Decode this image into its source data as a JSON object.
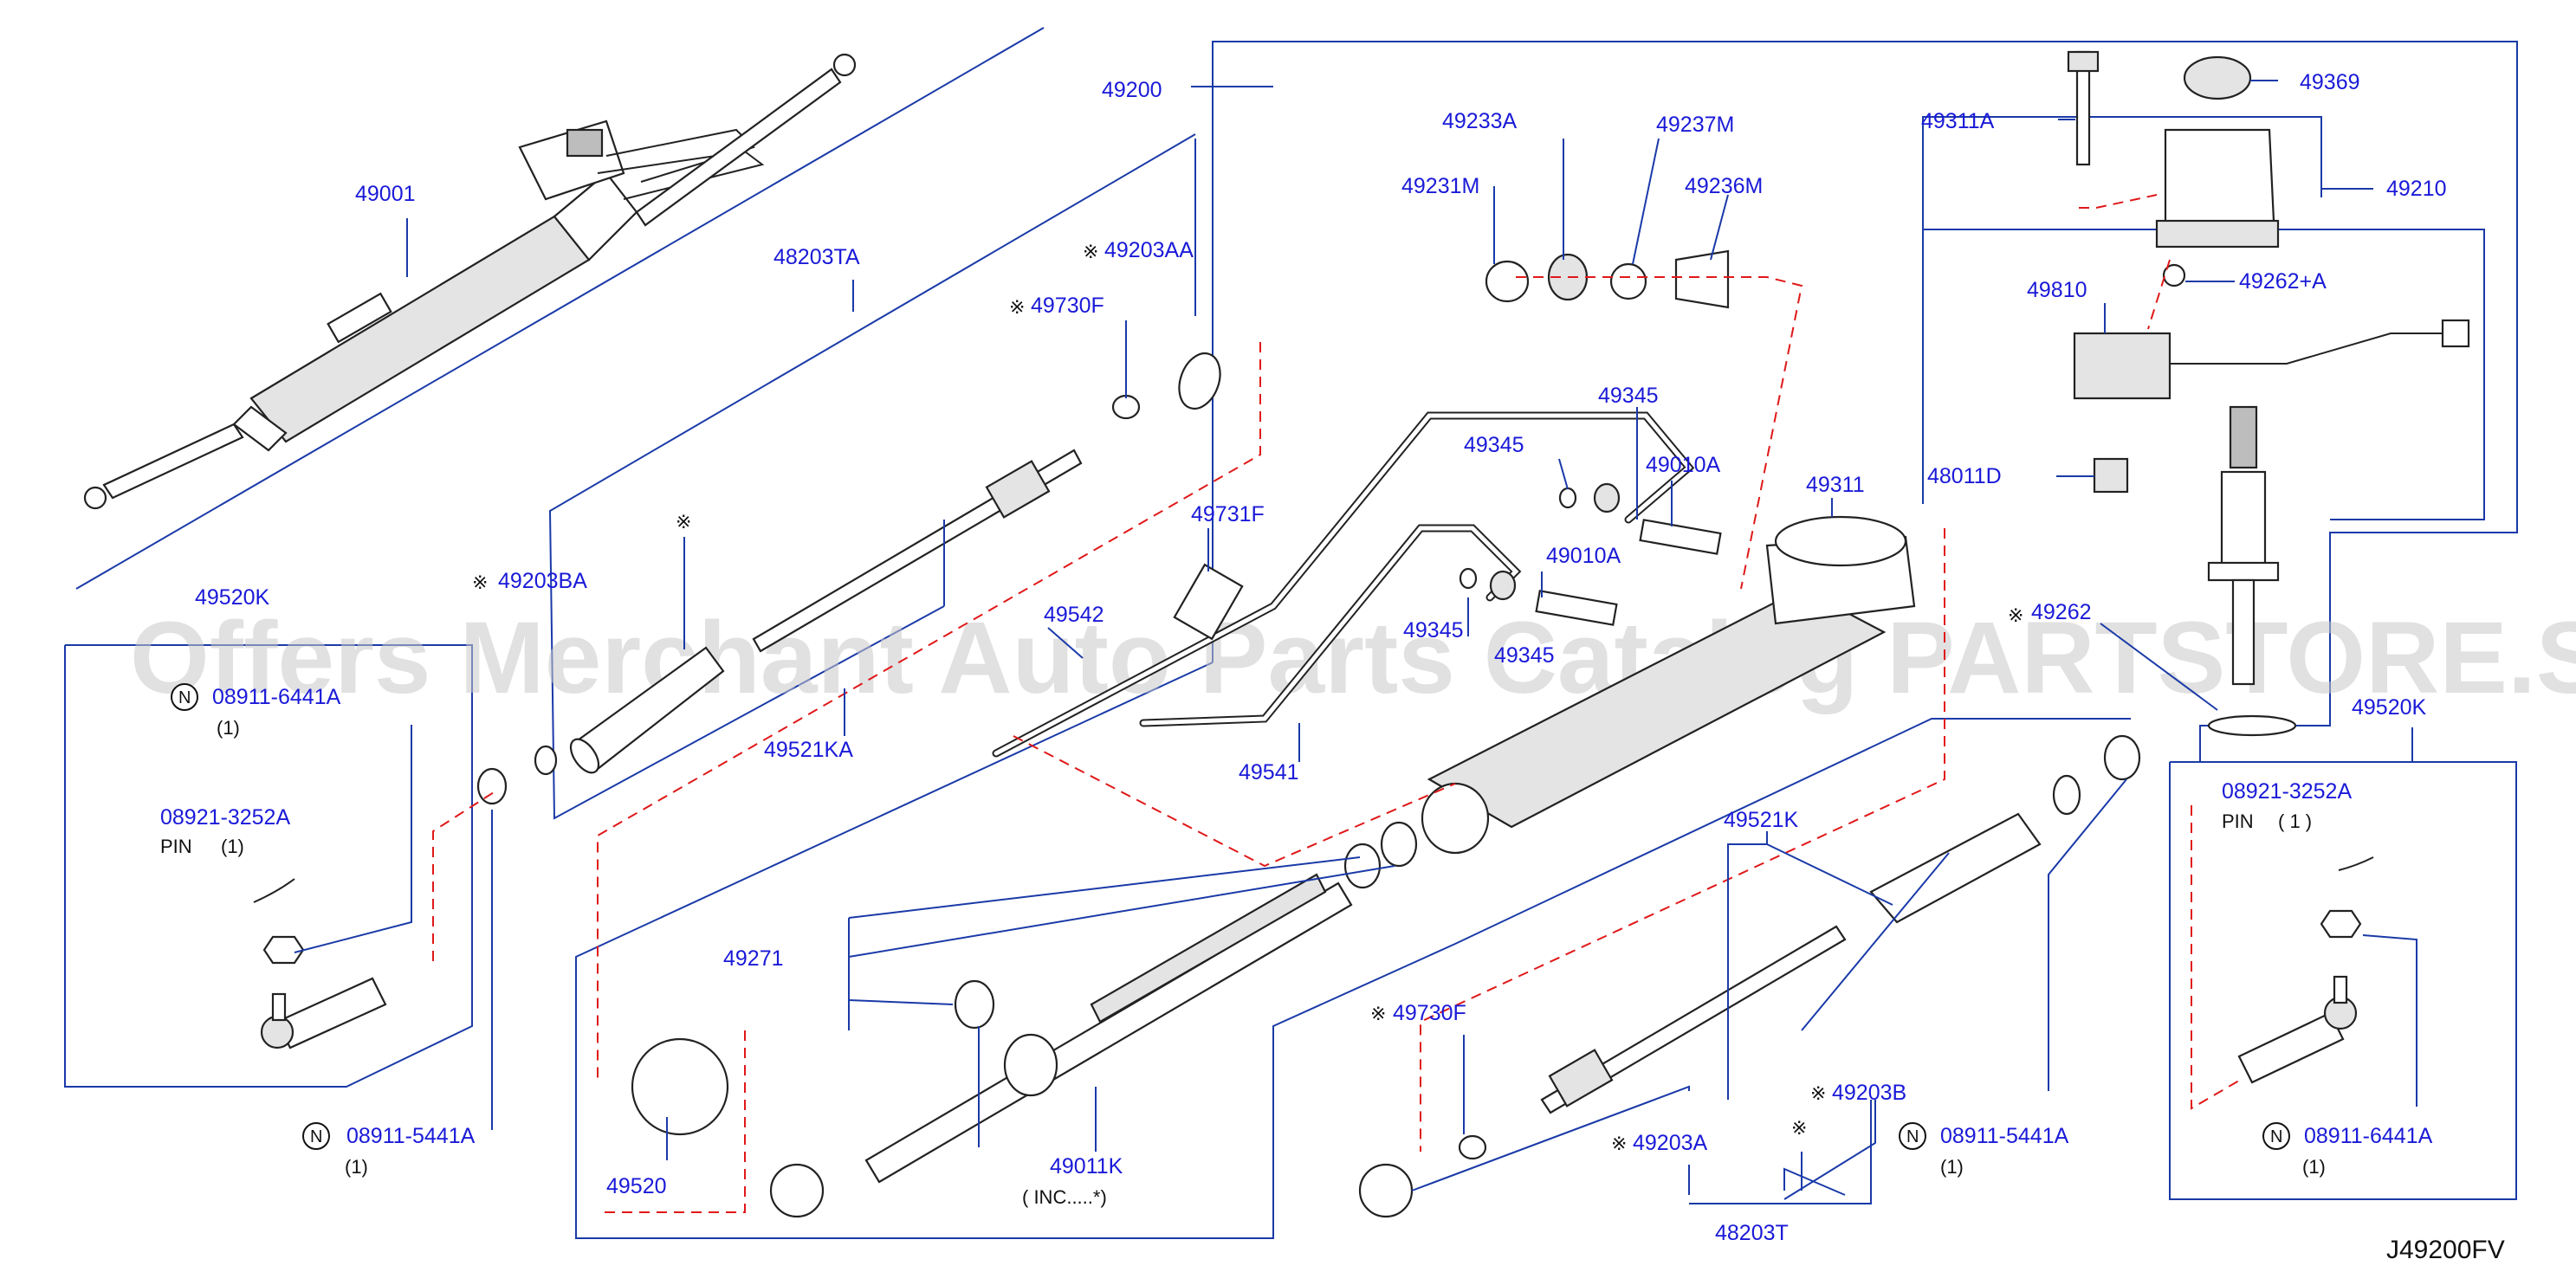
{
  "diagram": {
    "code": "J49200FV",
    "watermark": "Offers Merchant Auto Parts Catalog PARTSTORE.SA",
    "note_mark": "※",
    "n_symbol": "N",
    "labels": {
      "p49001": "49001",
      "p49200": "49200",
      "p48203TA": "48203TA",
      "p49203AA": "49203AA",
      "p49730F_a": "49730F",
      "p49203BA": "49203BA",
      "p49520K_l": "49520K",
      "p08911_6441A_l": "08911-6441A",
      "qty_l1": "(1)",
      "p08921_3252A_l": "08921-3252A",
      "pin_l": "PIN",
      "qty_l2": "(1)",
      "p49521KA": "49521KA",
      "p08911_5441A_l": "08911-5441A",
      "qty_l3": "(1)",
      "p49233A": "49233A",
      "p49237M": "49237M",
      "p49231M": "49231M",
      "p49236M": "49236M",
      "p49345_a": "49345",
      "p49345_b": "49345",
      "p49010A_a": "49010A",
      "p49010A_b": "49010A",
      "p49731F": "49731F",
      "p49542": "49542",
      "p49345_c": "49345",
      "p49345_d": "49345",
      "p49541": "49541",
      "p49311": "49311",
      "p49311A": "49311A",
      "p49369": "49369",
      "p49210": "49210",
      "p49810": "49810",
      "p49262A": "49262+A",
      "p48011D": "48011D",
      "p49262": "49262",
      "p49520K_r": "49520K",
      "p08921_3252A_r": "08921-3252A",
      "pin_r": "PIN",
      "qty_r1": "( 1 )",
      "p49521K": "49521K",
      "p49271": "49271",
      "p49730F_b": "49730F",
      "p49203B": "49203B",
      "p08911_5441A_r": "08911-5441A",
      "qty_r2": "(1)",
      "p08911_6441A_r": "08911-6441A",
      "qty_r3": "(1)",
      "p49203A": "49203A",
      "p49520": "49520",
      "p49011K": "49011K",
      "inc": "(   INC.....*)",
      "p48203T": "48203T"
    }
  }
}
